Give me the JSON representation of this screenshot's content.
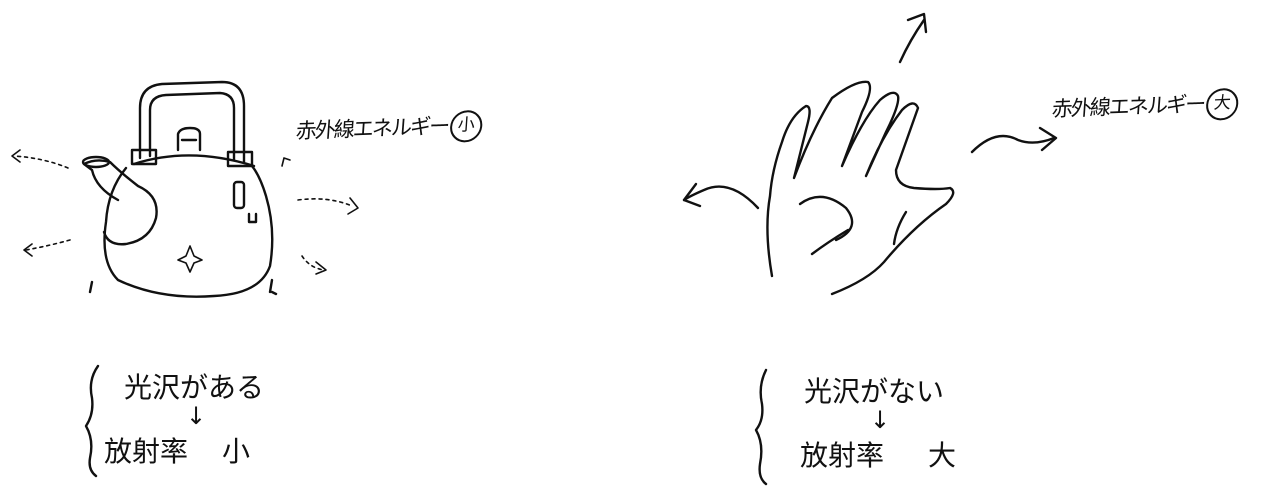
{
  "left_panel": {
    "label": {
      "text": "赤外線エネルギー",
      "level": "小"
    },
    "caption_top": "光沢がある",
    "arrow": "↓",
    "caption_bottom_term": "放射率",
    "caption_bottom_value": "小"
  },
  "right_panel": {
    "label": {
      "text": "赤外線エネルギー",
      "level": "大"
    },
    "caption_top": "光沢がない",
    "arrow": "↓",
    "caption_bottom_term": "放射率",
    "caption_bottom_value": "大"
  }
}
